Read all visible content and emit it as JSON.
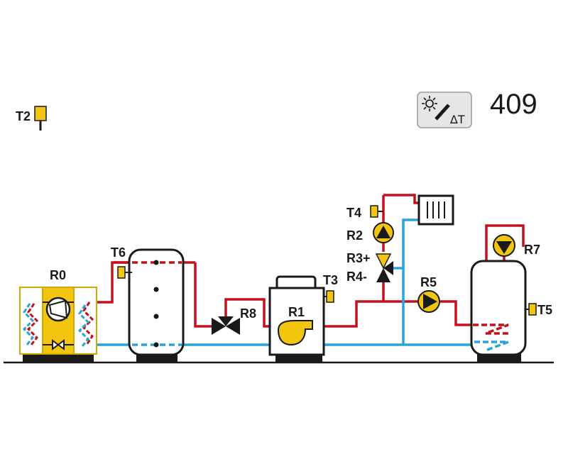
{
  "scheme_code": "409",
  "controller_icon": {
    "name": "solar-delta-t-icon",
    "label": "∆T"
  },
  "labels": {
    "t2": "T2",
    "t6": "T6",
    "t3": "T3",
    "t4": "T4",
    "t5": "T5",
    "r0": "R0",
    "r1": "R1",
    "r2": "R2",
    "r3": "R3+",
    "r4": "R4-",
    "r5": "R5",
    "r7": "R7",
    "r8": "R8"
  },
  "colors": {
    "hot_pipe": "#c3101e",
    "cold_pipe": "#2aa3d8",
    "component_yellow": "#f2c60f",
    "outline": "#1a1a1a"
  },
  "icons": [
    "heat-pump-icon",
    "buffer-tank-icon",
    "boiler-icon",
    "radiator-icon",
    "dhw-tank-icon",
    "pump-icon",
    "three-way-valve-icon",
    "temperature-sensor-icon",
    "sun-icon"
  ]
}
